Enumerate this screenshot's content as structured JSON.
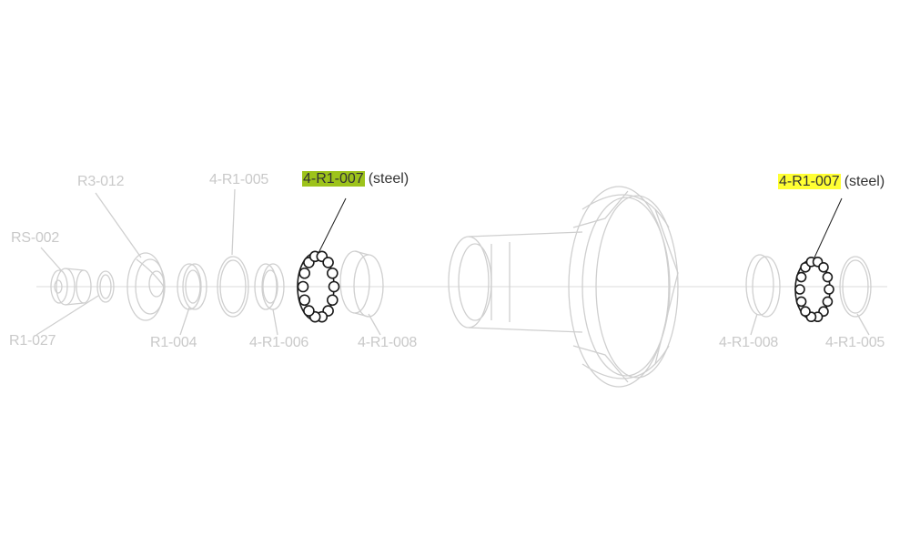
{
  "labels": {
    "rs002": "RS-002",
    "r3012": "R3-012",
    "r1005_left": "4-R1-005",
    "r1027": "R1-027",
    "r1004": "R1-004",
    "r1006": "4-R1-006",
    "r1008_left": "4-R1-008",
    "r1008_right": "4-R1-008",
    "r1005_right": "4-R1-005"
  },
  "highlights": {
    "left": {
      "code": "4-R1-007",
      "note": "(steel)",
      "color": "#9dc31b"
    },
    "right": {
      "code": "4-R1-007",
      "note": "(steel)",
      "color": "#ffff33"
    }
  },
  "colors": {
    "part_line": "#cfcfcf",
    "bearing": "#1a1a1a"
  }
}
